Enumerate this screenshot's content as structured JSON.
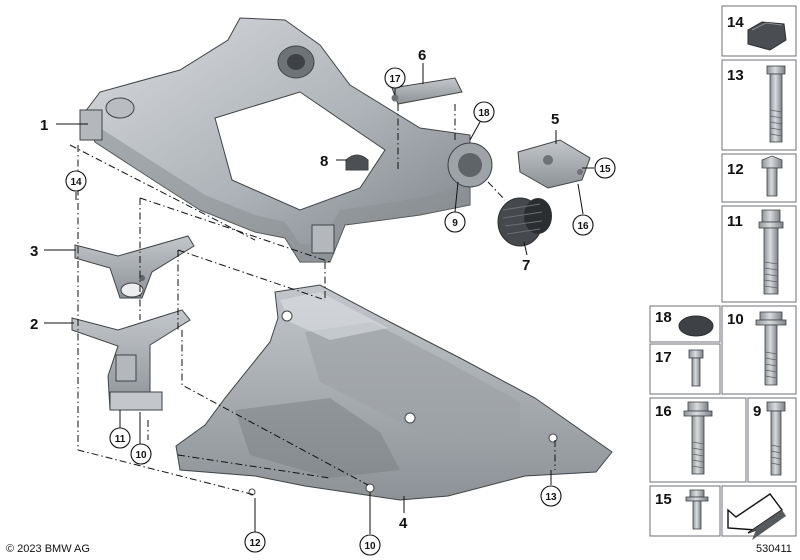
{
  "diagram": {
    "callouts": {
      "c1": "1",
      "c2": "2",
      "c3": "3",
      "c4": "4",
      "c5": "5",
      "c6": "6",
      "c7": "7",
      "c8": "8"
    },
    "circled": {
      "r9": "9",
      "r10a": "10",
      "r10b": "10",
      "r11": "11",
      "r12": "12",
      "r13": "13",
      "r14": "14",
      "r15": "15",
      "r16": "16",
      "r17": "17",
      "r18": "18"
    },
    "legend_cells": {
      "k14": "14",
      "k13": "13",
      "k12": "12",
      "k11": "11",
      "k18": "18",
      "k10": "10",
      "k17": "17",
      "k16": "16",
      "k9": "9",
      "k15": "15"
    },
    "footer": {
      "copyright": "© 2023 BMW AG",
      "drawing_number": "530411"
    }
  },
  "colors": {
    "part_light": "#c9cdd1",
    "part_mid": "#a2a7ac",
    "part_dark": "#6e7378",
    "line": "#111111",
    "cell_border": "#6d7277"
  }
}
